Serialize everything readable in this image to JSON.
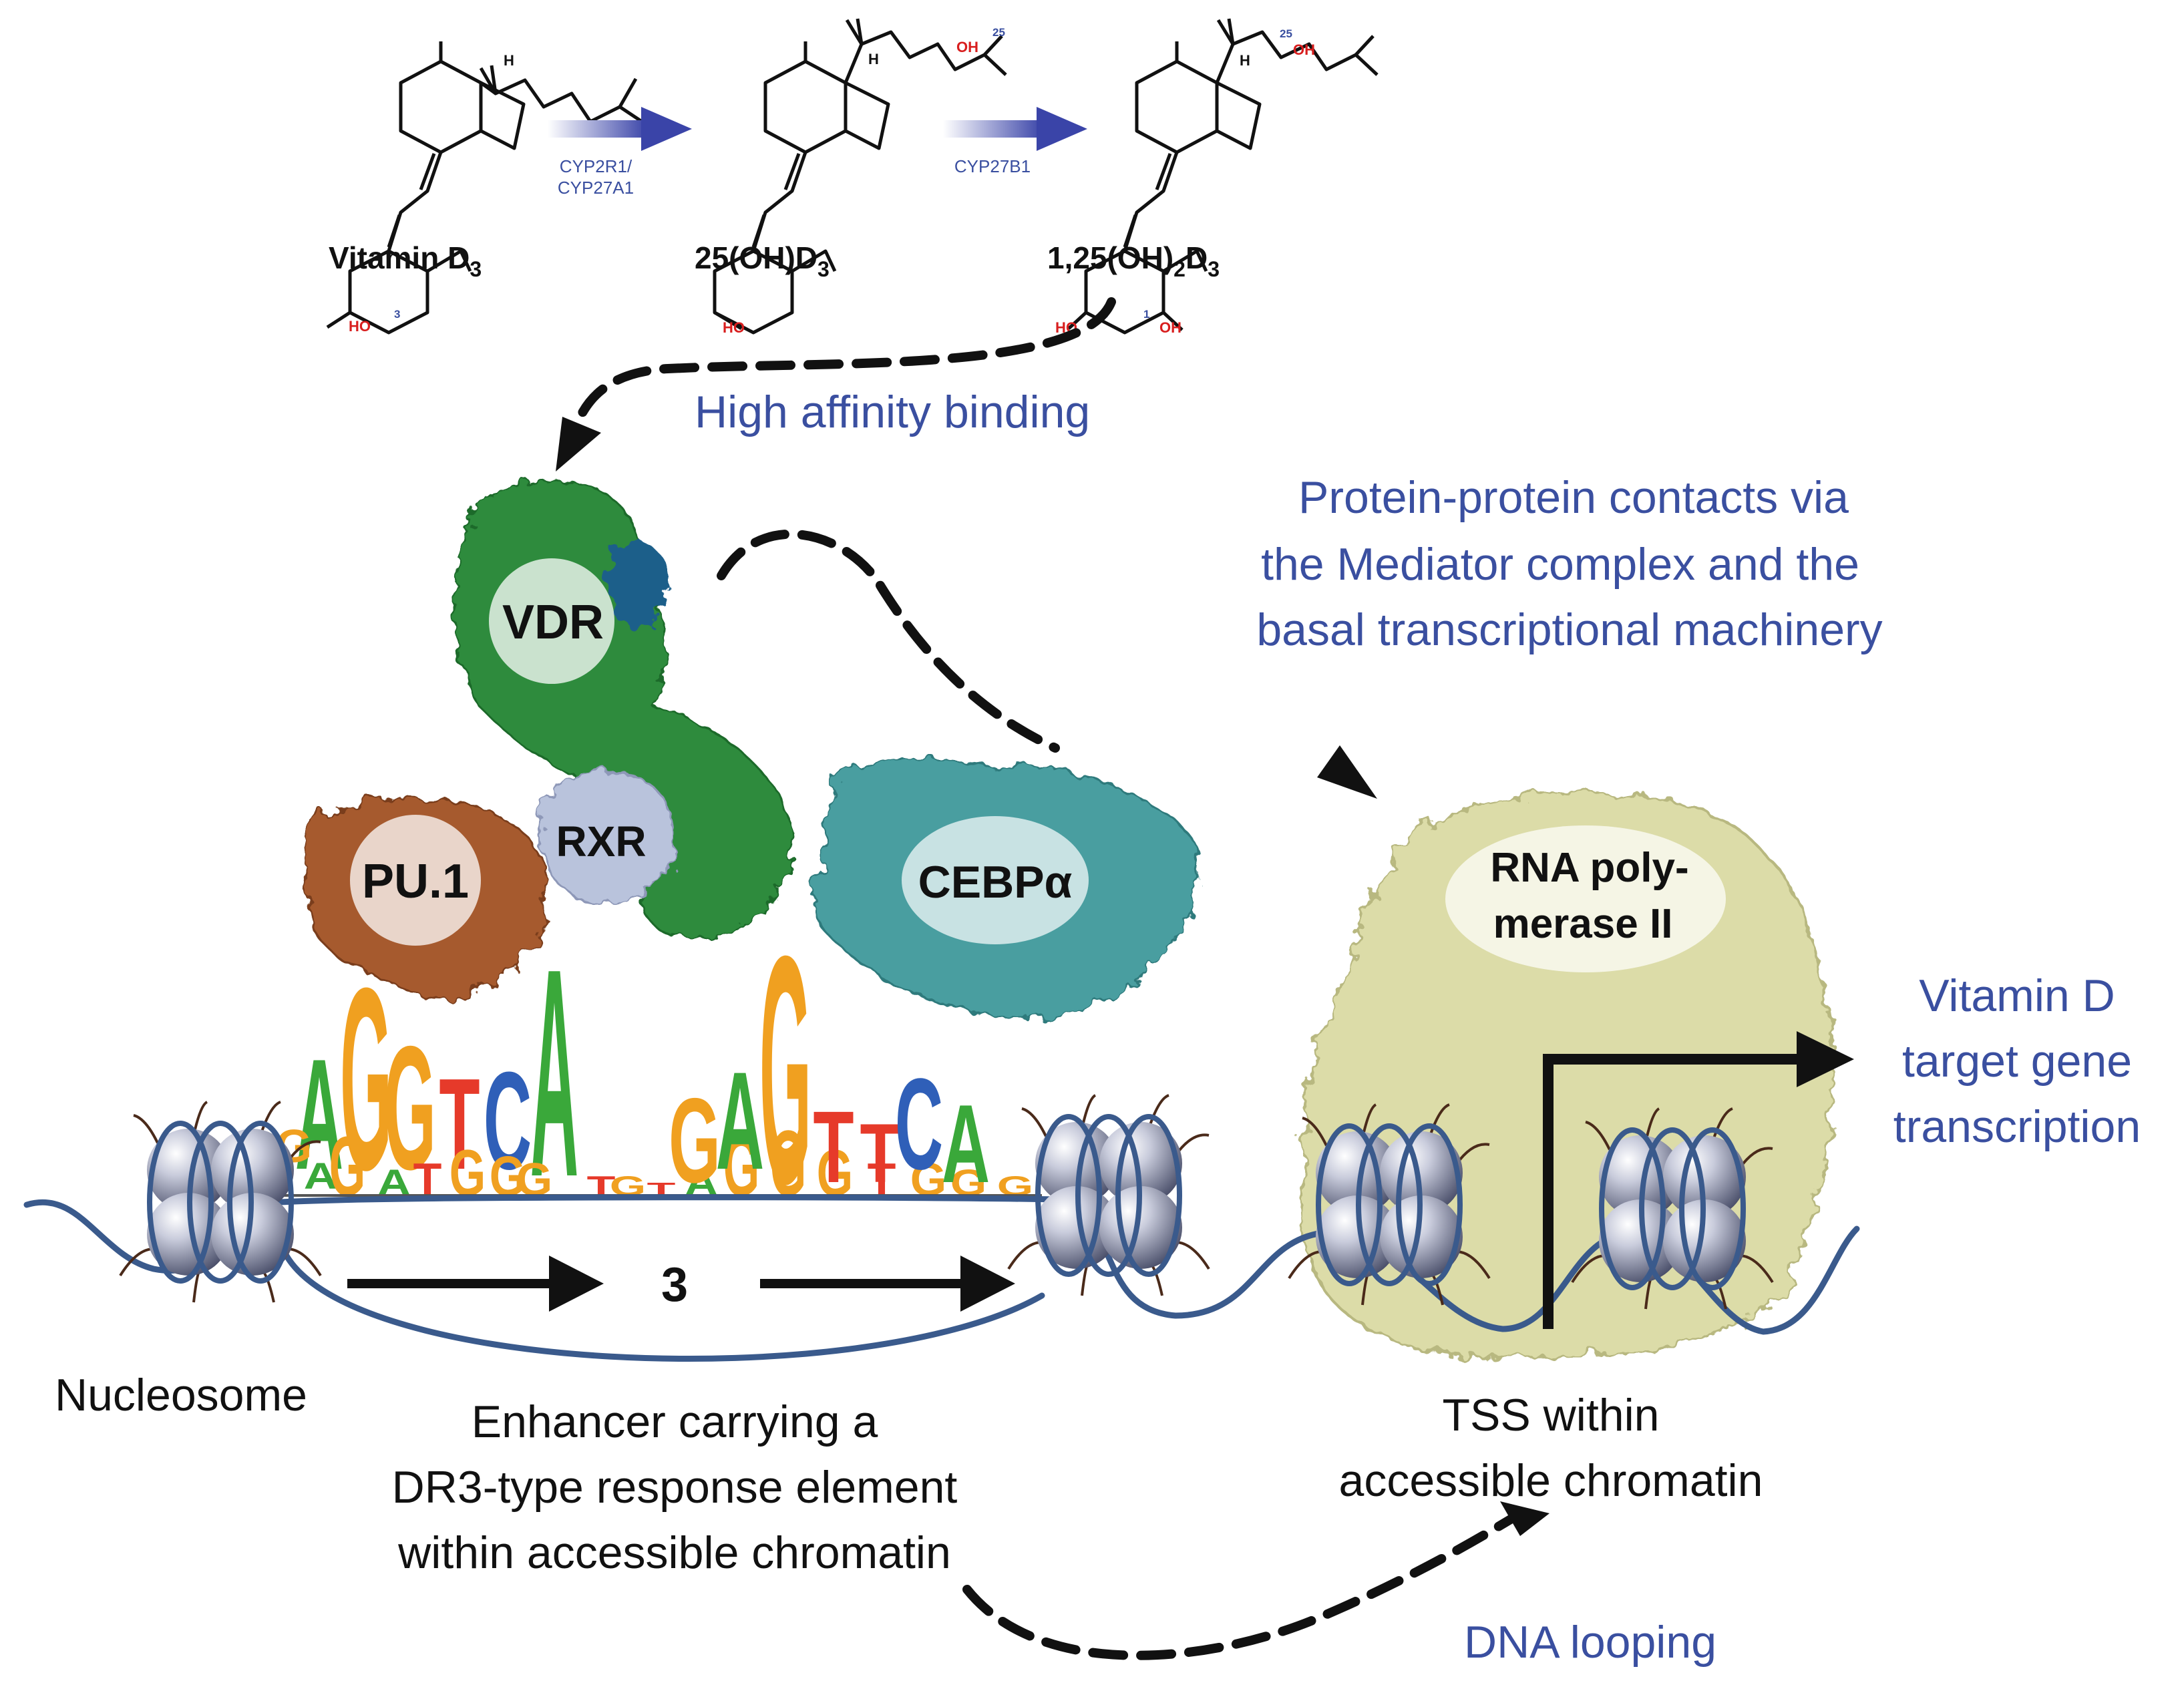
{
  "pathway": {
    "compounds": [
      {
        "name": "Vitamin D",
        "sub": "3",
        "tail": ""
      },
      {
        "name": "25(OH)D",
        "sub": "3",
        "tail": ""
      },
      {
        "name": "1,25(OH)",
        "sub": "2",
        "tail": "D",
        "sub2": "3"
      }
    ],
    "enzymes": {
      "step1": [
        "CYP2R1/",
        "CYP27A1"
      ],
      "step2": "CYP27B1"
    },
    "atoms": {
      "h": "H",
      "ho": "HO",
      "oh": "OH",
      "c3": "3",
      "c1": "1",
      "c25": "25"
    }
  },
  "annotations": {
    "high_affinity": "High affinity binding",
    "mediator": [
      "Protein-protein contacts via",
      "the Mediator complex and the",
      "basal transcriptional machinery"
    ],
    "target": [
      "Vitamin D",
      "target gene",
      "transcription"
    ],
    "dna_looping": "DNA looping"
  },
  "proteins": {
    "vdr": "VDR",
    "rxr": "RXR",
    "pu1": "PU.1",
    "cebp": "CEBPα",
    "rnapol": [
      "RNA poly-",
      "merase II"
    ]
  },
  "motif": {
    "left_top": [
      "A",
      "G",
      "G",
      "T",
      "C",
      "A"
    ],
    "right_top": [
      "G",
      "A",
      "G",
      "T",
      "T",
      "C",
      "A"
    ],
    "spacer": "3"
  },
  "labels": {
    "nucleosome": "Nucleosome",
    "enhancer": [
      "Enhancer carrying a",
      "DR3-type response element",
      "within accessible chromatin"
    ],
    "tss": [
      "TSS within",
      "accessible chromatin"
    ]
  },
  "colors": {
    "blue_text": "#3a4fa0",
    "vdr": "#2e8b3d",
    "vdr_dark": "#1f5f8a",
    "rxr": "#b9c3dc",
    "pu1": "#a65a2e",
    "cebp": "#4a9ea0",
    "rnapol": "#dcdca8",
    "histone": "#9aa0b8",
    "dna": "#3a5a8c",
    "base_A": "#3aa83a",
    "base_G": "#f0a020",
    "base_T": "#e63a2a",
    "base_C": "#2f5fb8"
  }
}
